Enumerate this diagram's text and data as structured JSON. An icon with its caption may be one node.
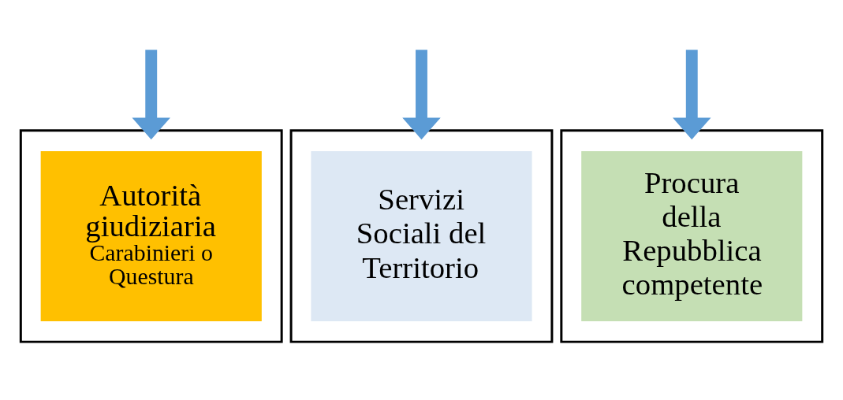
{
  "diagram": {
    "nodes": [
      {
        "text": [],
        "shape": "box"
      },
      {
        "text": [
          "Autorità giudiziaria",
          "Carabinieri o Questura"
        ],
        "in": 0
      },
      {
        "text": [],
        "shape": "box"
      },
      {
        "text": [
          "Servizi Sociali del Territorio"
        ],
        "in": 2
      },
      {
        "text": [],
        "shape": "box"
      },
      {
        "text": [
          "Procura della Repubblica competente"
        ],
        "in": 4
      }
    ],
    "edges": [
      {
        "from": null,
        "to": 0,
        "arrow": "to"
      },
      {
        "from": null,
        "to": 2,
        "arrow": "to"
      },
      {
        "from": null,
        "to": 4,
        "arrow": "to"
      }
    ]
  }
}
